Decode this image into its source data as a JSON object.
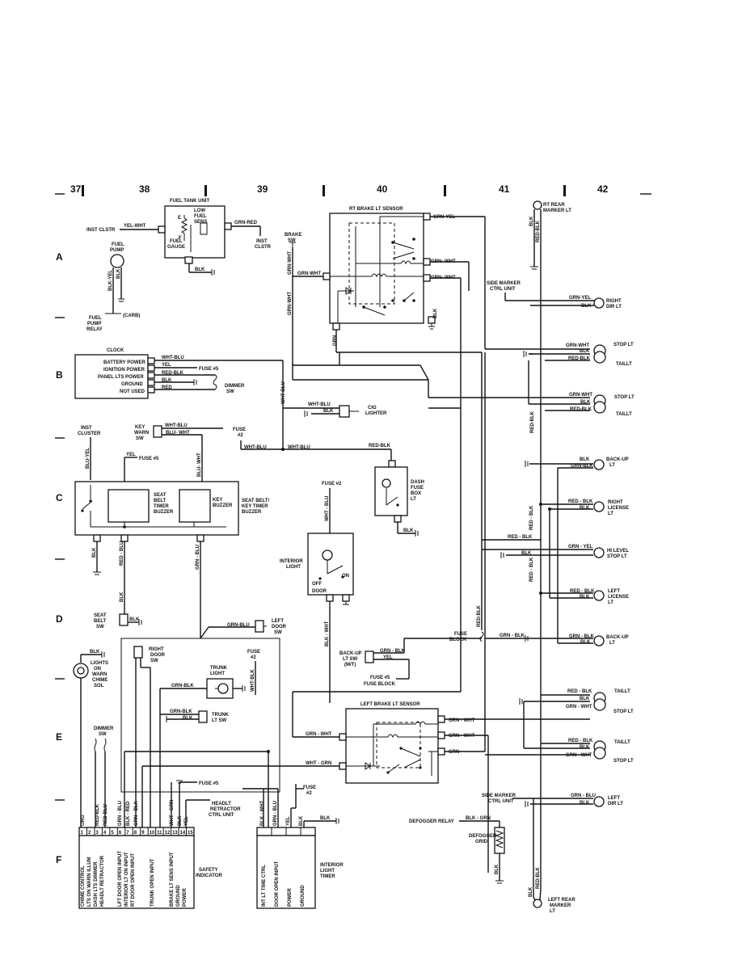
{
  "grid": {
    "columns": [
      "37",
      "38",
      "39",
      "40",
      "41",
      "42"
    ],
    "rows": [
      "A",
      "B",
      "C",
      "D",
      "E",
      "F"
    ]
  },
  "components": {
    "fuel_tank_unit": "FUEL TANK UNIT",
    "low_fuel": "LOW",
    "low_fuel2": "FUEL",
    "low_fuel3": "SENS",
    "fuel_gauge": "GAUGE",
    "fuel_e": "E",
    "fuel_f": "F",
    "fuel_label": "FUEL",
    "inst_clstr_left": "INST CLSTR",
    "inst_clstr_right": "INST",
    "inst_clstr_right2": "CLSTR",
    "fuel_pump": "FUEL",
    "fuel_pump2": "PUMP",
    "carb": "(CARB)",
    "fuel_pump_relay": "FUEL",
    "fuel_pump_relay2": "PUMP",
    "fuel_pump_relay3": "RELAY",
    "brake_sw": "BRAKE",
    "brake_sw2": "SW",
    "rt_brake_lt_sensor": "RT BRAKE LT SENSOR",
    "rt_rear_marker": "RT REAR",
    "rt_rear_marker2": "MARKER LT",
    "side_marker_ctrl_unit": "SIDE MARKER",
    "side_marker_ctrl_unit2": "CTRL UNIT",
    "right_dir": "RIGHT",
    "right_dir2": "DIR LT",
    "stop_lt": "STOP LT",
    "taillt": "TAILLT",
    "clock": "CLOCK",
    "clock_battery": "BATTERY POWER",
    "clock_ignition": "IGNITION POWER",
    "clock_panel": "PANEL LTS POWER",
    "clock_ground": "GROUND",
    "clock_notused": "NOT USED",
    "fuse5": "FUSE #5",
    "fuse2": "FUSE",
    "fuse2b": "#2",
    "fuse_2_full": "FUSE #2",
    "dimmer": "DIMMER",
    "dimmer_sw": "SW",
    "cig": "CIG",
    "cig2": "LIGHTER",
    "inst_cluster": "INST",
    "inst_cluster2": "CLUSTER",
    "key_warn": "KEY",
    "key_warn2": "WARN",
    "key_warn3": "SW",
    "seat_belt_timer": "SEAT",
    "seat_belt_timer2": "BELT",
    "seat_belt_timer3": "TIMER",
    "seat_belt_timer4": "BUZZER",
    "key_buzzer": "KEY",
    "key_buzzer2": "BUZZER",
    "seat_belt_key_timer": "SEAT BELT/",
    "seat_belt_key_timer2": "KEY TIMER",
    "seat_belt_key_timer3": "BUZZER",
    "dash_fuse_box": "DASH",
    "dash_fuse_box2": "FUSE",
    "dash_fuse_box3": "BOX",
    "dash_fuse_box4": "LT",
    "back_up": "BACK-UP",
    "back_up2": "LT",
    "right_license": "RIGHT",
    "right_license2": "LICENSE",
    "right_license3": "LT",
    "hi_level": "HI LEVEL",
    "hi_level2": "STOP LT",
    "left_license": "LEFT",
    "left_license2": "LICENSE",
    "left_license3": "LT",
    "interior_light": "INTERIOR",
    "interior_light2": "LIGHT",
    "on": "ON",
    "off": "OFF",
    "door": "DOOR",
    "seat_belt_sw": "SEAT",
    "seat_belt_sw2": "BELT",
    "seat_belt_sw3": "SW",
    "left_door_sw": "LEFT",
    "left_door_sw2": "DOOR",
    "left_door_sw3": "SW",
    "fuse_block": "FUSE",
    "fuse_block2": "BLOCK",
    "back_up_lt_sw": "BACK-UP",
    "back_up_lt_sw2": "LT SW",
    "back_up_lt_sw3": "(M/T)",
    "fuse5_fuse_block": "FUSE #5",
    "fuse5_fuse_block2": "FUSE BLOCK",
    "lights_on": "LIGHTS",
    "lights_on2": "ON",
    "lights_on3": "WARN",
    "lights_on4": "CHIME",
    "lights_on5": "SOL",
    "right_door_sw": "RIGHT",
    "right_door_sw2": "DOOR",
    "right_door_sw3": "SW",
    "trunk_light": "TRUNK",
    "trunk_light2": "LIGHT",
    "trunk_lt_sw": "TRUNK",
    "trunk_lt_sw2": "LT SW",
    "left_brake_lt_sensor": "LEFT BRAKE LT SENSOR",
    "dimmer_sw_e": "DIMMER",
    "dimmer_sw_e2": "SW",
    "headlt_retractor": "HEADLT",
    "headlt_retractor2": "RETRACTOR",
    "headlt_retractor3": "CTRL UNIT",
    "side_marker_e": "SIDE MARKER",
    "side_marker_e2": "CTRL UNIT",
    "left_dir": "LEFT",
    "left_dir2": "DIR LT",
    "defogger_relay": "DEFOGGER RELAY",
    "defogger_grid": "DEFOGGER",
    "defogger_grid2": "GRID",
    "safety": "SAFETY",
    "safety2": "INDICATOR",
    "interior_timer": "INTERIOR",
    "interior_timer2": "LIGHT",
    "interior_timer3": "TIMER",
    "left_rear_marker": "LEFT REAR",
    "left_rear_marker2": "MARKER",
    "left_rear_marker3": "LT"
  },
  "wires": {
    "yel_wht": "YEL-WHT",
    "grn_red": "GRN-RED",
    "blk": "BLK",
    "blk_yel": "BLK-YEL",
    "grn_yel": "GRN-YEL",
    "grn_wht": "GRN-WHT",
    "grn_wht_sp": "GRN - WHT",
    "grn_wht_sp2": "GRN- WHT",
    "grn": "GRN",
    "grn_blk": "GRN-BLK",
    "grn_blk_sp": "GRN - BLK",
    "grn_blu": "GRN-BLU",
    "grn_blu_sp": "GRN - BLU",
    "grn_yel_sp": "GRN - YEL",
    "red_blk": "RED-BLK",
    "red_blk_sp": "RED - BLK",
    "wht_blu": "WHT-BLU",
    "wht_blu_sp": "WHT - BLU",
    "blu_wht": "BLU- WHT",
    "blu_yel": "BLU-YEL",
    "red_blu": "RED - BLU",
    "yel": "YEL",
    "red": "RED",
    "wht_grn": "WHT - GRN",
    "wht_grn2": "WHT-GRN",
    "wht_blk": "WHT-BLK",
    "blk_wht": "BLK - WHT",
    "red_blu2": "RED-BLU",
    "grn_blk_wire": "GRN-BLK",
    "grn_blk_wire2": "GRN - BLK",
    "blk_grn": "BLK - GRN",
    "org": "ORG",
    "blk_red": "BLK - RED",
    "grn_blu_v": "GRN - BLU"
  },
  "safety_pins": [
    "1",
    "2",
    "3",
    "4",
    "5",
    "6",
    "7",
    "8",
    "9",
    "10",
    "11",
    "12",
    "13",
    "14",
    "15"
  ],
  "safety_pin_labels": [
    "CHIME CONTROL",
    "LTS ON WARN ILLUM",
    "DASH LTS DIMMER",
    "HEADLT RETRACTOR",
    "LFT DOOR OPEN INPUT",
    "INTERIOR LT ON INPUT",
    "RT DOOR OPEN INPUT",
    "TRUNK OPEN INPUT",
    "BRAKE LT SENS INPUT",
    "GROUND",
    "POWER"
  ],
  "timer_pin_labels": [
    "INT LT TIME CTRL",
    "DOOR OPEN INPUT",
    "POWER",
    "GROUND"
  ]
}
